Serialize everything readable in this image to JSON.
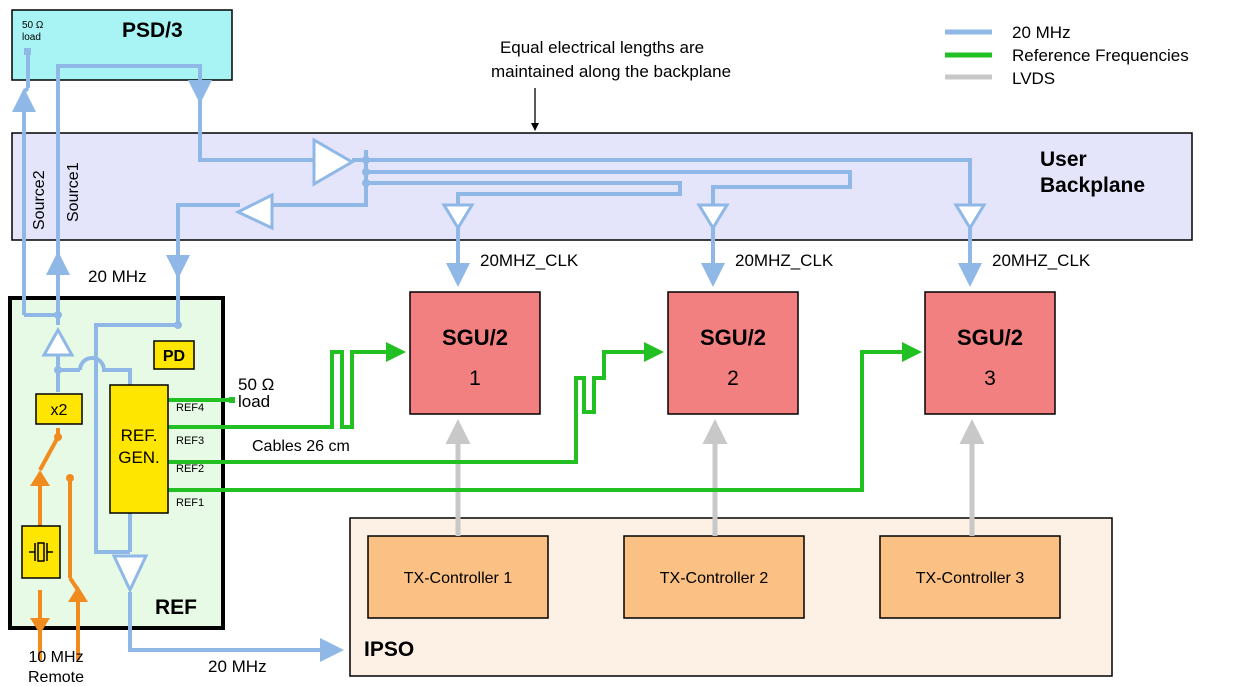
{
  "legend": {
    "items": [
      {
        "label": "20 MHz",
        "color": "#8fb8e6"
      },
      {
        "label": "Reference Frequencies",
        "color": "#22c022"
      },
      {
        "label": "LVDS",
        "color": "#c8c8c8"
      }
    ]
  },
  "note": {
    "line1": "Equal electrical lengths are",
    "line2": "maintained along the backplane"
  },
  "psd": {
    "title": "PSD/3",
    "load_line1": "50 Ω",
    "load_line2": "load"
  },
  "backplane": {
    "line1": "User",
    "line2": "Backplane",
    "source2": "Source2",
    "source1": "Source1"
  },
  "ref": {
    "title": "REF",
    "pd": "PD",
    "x2": "x2",
    "crystal": "crystal-oscillator-icon",
    "gen_line1": "REF.",
    "gen_line2": "GEN.",
    "ports": [
      "REF4",
      "REF3",
      "REF2",
      "REF1"
    ],
    "load_line1": "50 Ω",
    "load_line2": "load",
    "cables": "Cables 26 cm",
    "clk_label": "20 MHz",
    "bottom_line1": "10 MHz",
    "bottom_line2": "Remote",
    "ipso_clk": "20 MHz"
  },
  "sgus": [
    {
      "title": "SGU/2",
      "num": "1",
      "clk": "20MHZ_CLK"
    },
    {
      "title": "SGU/2",
      "num": "2",
      "clk": "20MHZ_CLK"
    },
    {
      "title": "SGU/2",
      "num": "3",
      "clk": "20MHZ_CLK"
    }
  ],
  "ipso": {
    "title": "IPSO",
    "controllers": [
      "TX-Controller 1",
      "TX-Controller 2",
      "TX-Controller 3"
    ]
  },
  "colors": {
    "blue": "#8fb8e6",
    "green": "#22c022",
    "gray": "#c8c8c8",
    "orange": "#f08c1e",
    "backplane_fill": "#e4e4fa",
    "ref_fill": "#e6fae6",
    "psd_fill": "#a8f4f4",
    "sgu_fill": "#f28080",
    "ipso_fill": "#fdf0e4",
    "tx_fill": "#fbc083",
    "yellow": "#ffe600"
  }
}
